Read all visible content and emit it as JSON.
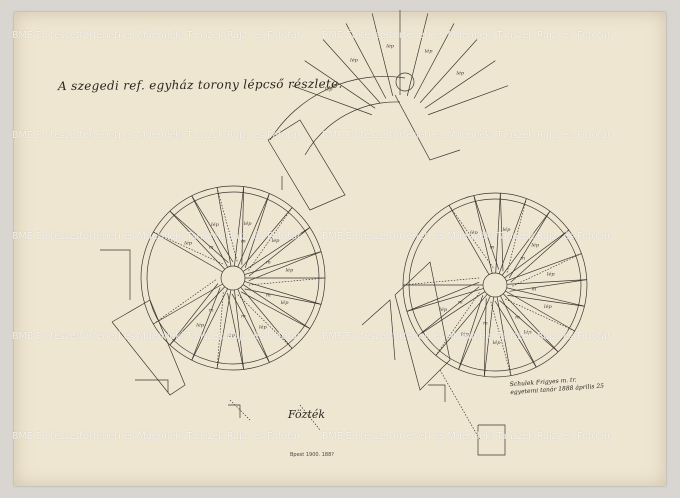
{
  "drawing": {
    "title": "A szegedi ref. egyház torony lépcső részlete.",
    "caption": "Fözték",
    "stamp": "Bpest 1900. 188?",
    "signature": {
      "line1": "Schulek Frigyes m. tr.",
      "line2": "egyetemi tanár 1888 április 25"
    },
    "step_label": "lép",
    "step_mark": "m"
  },
  "watermark": {
    "text": "BME Építészettörténeti és Műemléki Tanszék Rajz- és Fotótár"
  },
  "colors": {
    "paper": "#efe6d2",
    "ink": "#3b3630",
    "background": "#d9d6d1"
  }
}
